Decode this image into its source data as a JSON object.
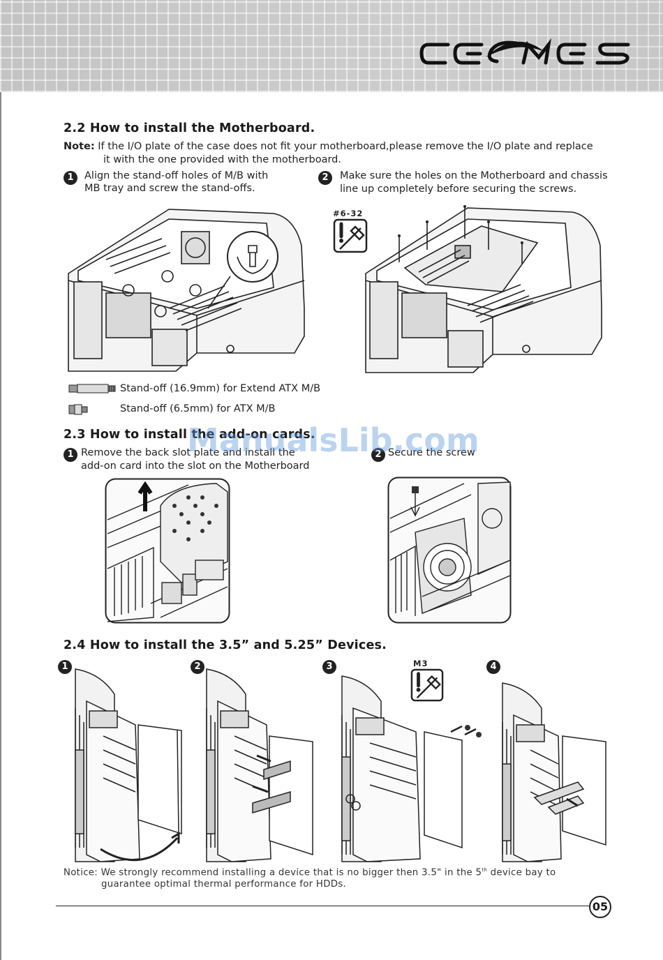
{
  "header": {
    "brand": "COSMOS"
  },
  "section_2_2": {
    "title": "2.2 How to install the Motherboard.",
    "note_label": "Note:",
    "note_line1": "If the I/O plate of the case does not fit your motherboard,please remove the I/O plate and replace",
    "note_line2": "it with the one provided with the motherboard.",
    "step1": {
      "num": "1",
      "line1": "Align the stand-off holes of M/B with",
      "line2": "MB tray and screw the stand-offs."
    },
    "step2": {
      "num": "2",
      "line1": "Make sure the holes on the Motherboard and chassis",
      "line2": "line up completely before securing the screws."
    },
    "screw_label": "#6-32",
    "standoffs": [
      {
        "label": "Stand-off (16.9mm) for Extend ATX M/B"
      },
      {
        "label": "Stand-off (6.5mm) for ATX M/B"
      }
    ]
  },
  "section_2_3": {
    "title": "2.3 How to install the add-on cards.",
    "step1": {
      "num": "1",
      "line1": "Remove the back slot plate and install the",
      "line2": "add-on card into the slot on the Motherboard"
    },
    "step2": {
      "num": "2",
      "line1": "Secure the screw"
    }
  },
  "section_2_4": {
    "title": "2.4 How to install the 3.5” and 5.25” Devices.",
    "steps": [
      "1",
      "2",
      "3",
      "4"
    ],
    "screw_label": "M3"
  },
  "watermark": "ManualsLib.com",
  "notice": {
    "line1_a": "Notice: We strongly recommend installing a device that is no bigger then 3.5\" in the 5",
    "line1_sup": "th",
    "line1_b": " device bay to",
    "line2": "guarantee optimal thermal performance for HDDs."
  },
  "footer": {
    "page_number": "05"
  }
}
